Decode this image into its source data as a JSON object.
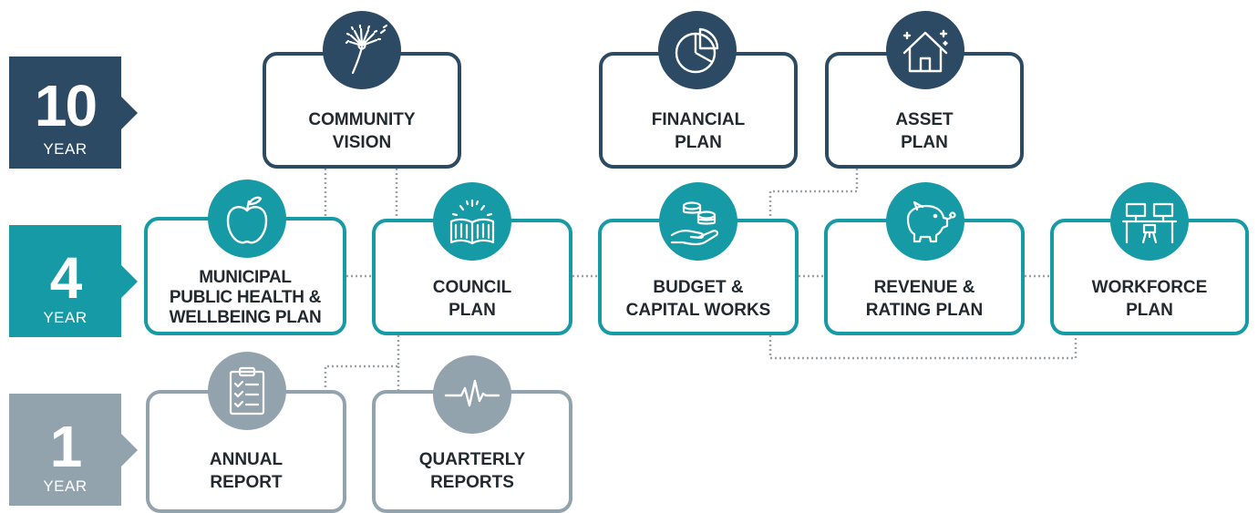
{
  "colors": {
    "ten": "#2c4a63",
    "four": "#169aa6",
    "one": "#93a3ae",
    "line": "#9aa3a8"
  },
  "tiers": [
    {
      "key": "ten",
      "number": "10",
      "unit": "YEAR"
    },
    {
      "key": "four",
      "number": "4",
      "unit": "YEAR"
    },
    {
      "key": "one",
      "number": "1",
      "unit": "YEAR"
    }
  ],
  "boxes": [
    {
      "key": "community-vision",
      "tier": "ten",
      "icon": "dandelion-icon",
      "lines": [
        "COMMUNITY",
        "VISION"
      ]
    },
    {
      "key": "financial-plan",
      "tier": "ten",
      "icon": "pie-chart-icon",
      "lines": [
        "FINANCIAL",
        "PLAN"
      ]
    },
    {
      "key": "asset-plan",
      "tier": "ten",
      "icon": "house-icon",
      "lines": [
        "ASSET",
        "PLAN"
      ]
    },
    {
      "key": "public-health",
      "tier": "four",
      "icon": "apple-icon",
      "lines": [
        "MUNICIPAL",
        "PUBLIC HEALTH &",
        "WELLBEING PLAN"
      ]
    },
    {
      "key": "council-plan",
      "tier": "four",
      "icon": "open-book-icon",
      "lines": [
        "COUNCIL",
        "PLAN"
      ]
    },
    {
      "key": "budget",
      "tier": "four",
      "icon": "coins-hand-icon",
      "lines": [
        "BUDGET &",
        "CAPITAL WORKS"
      ]
    },
    {
      "key": "revenue",
      "tier": "four",
      "icon": "piggy-bank-icon",
      "lines": [
        "REVENUE &",
        "RATING PLAN"
      ]
    },
    {
      "key": "workforce",
      "tier": "four",
      "icon": "workstations-icon",
      "lines": [
        "WORKFORCE",
        "PLAN"
      ]
    },
    {
      "key": "annual-report",
      "tier": "one",
      "icon": "clipboard-checklist-icon",
      "lines": [
        "ANNUAL",
        "REPORT"
      ]
    },
    {
      "key": "quarterly-reports",
      "tier": "one",
      "icon": "heartbeat-icon",
      "lines": [
        "QUARTERLY",
        "REPORTS"
      ]
    }
  ]
}
